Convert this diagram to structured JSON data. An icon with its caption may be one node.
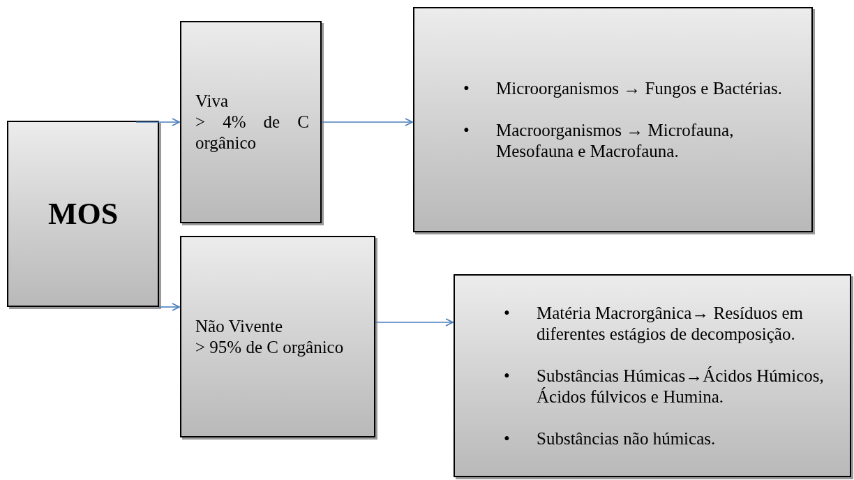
{
  "diagram": {
    "nodes": [
      {
        "text": [
          "MOS"
        ]
      },
      {
        "text": [
          "Viva",
          "> 4% de C orgânico"
        ]
      },
      {
        "text": [
          "Microorganismos → Fungos e Bactérias.",
          "Macroorganismos → Microfauna, Mesofauna e Macrofauna."
        ]
      },
      {
        "text": [
          "Não Vivente",
          "> 95% de C orgânico"
        ]
      },
      {
        "text": [
          "Matéria Macrorgânica→ Resíduos em diferentes estágios de decomposição.",
          "Substâncias Húmicas→Ácidos Húmicos, Ácidos fúlvicos e Humina.",
          "Substâncias não húmicas."
        ]
      }
    ],
    "labels": [
      "•",
      "•",
      "•",
      "•",
      "•"
    ],
    "edges": [
      {
        "from": 0,
        "to": 1,
        "arrow": "to"
      },
      {
        "from": 1,
        "to": 2,
        "arrow": "to"
      },
      {
        "from": 0,
        "to": 3,
        "arrow": "to"
      },
      {
        "from": 3,
        "to": 4,
        "arrow": "to"
      }
    ]
  }
}
